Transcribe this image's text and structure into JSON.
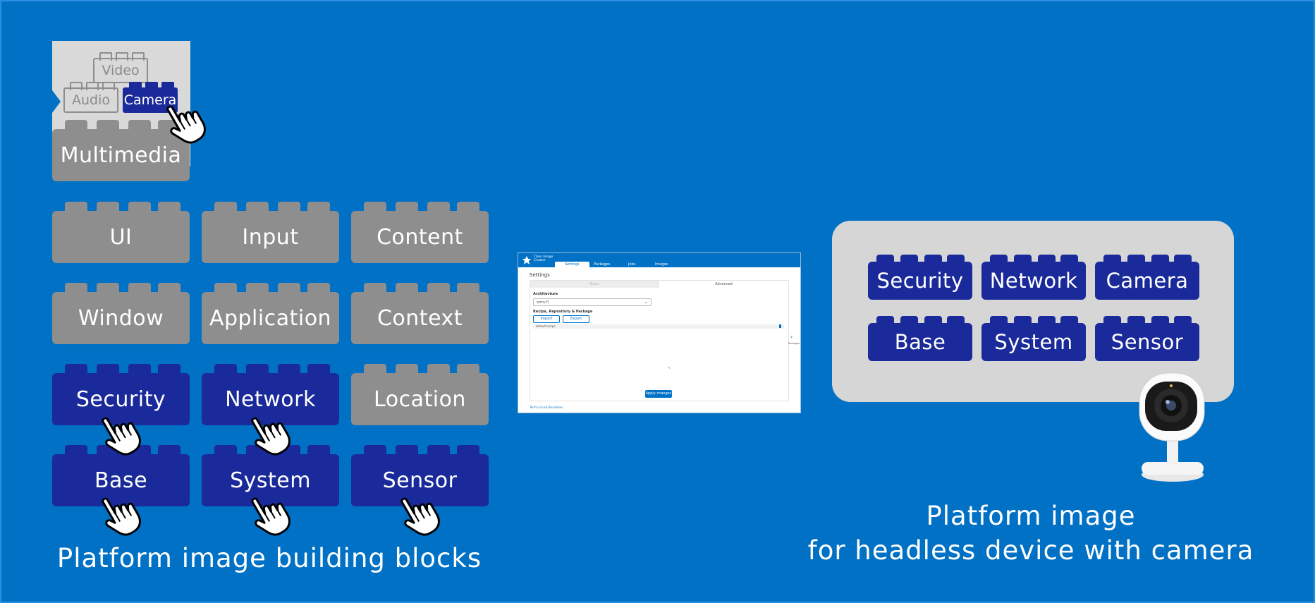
{
  "colors": {
    "background": "#0071c5",
    "brick_gray": "#8e8e8e",
    "brick_blue": "#1b2a9a",
    "panel": "#d6d6d6"
  },
  "left": {
    "multimedia_card": {
      "video": "Video",
      "audio": "Audio",
      "camera": "Camera",
      "multimedia": "Multimedia"
    },
    "grid": [
      [
        "UI",
        "Input",
        "Content"
      ],
      [
        "Window",
        "Application",
        "Context"
      ],
      [
        "Security",
        "Network",
        "Location"
      ],
      [
        "Base",
        "System",
        "Sensor"
      ]
    ],
    "selected": [
      "Camera",
      "Security",
      "Network",
      "Base",
      "System",
      "Sensor"
    ],
    "caption": "Platform image building blocks"
  },
  "screenshot": {
    "brand": "Tizen Image Creator",
    "tabs": [
      "Settings",
      "Packages",
      "Jobs",
      "Images"
    ],
    "active_tab": "Settings",
    "page_title": "Settings",
    "subtabs": [
      "Basic",
      "Advanced"
    ],
    "architecture_label": "Architecture",
    "architecture_value": "armv7l",
    "recipe_label": "Recipe, Repository & Package",
    "import_button": "Import",
    "export_button": "Export",
    "recipe_item": "default recipe",
    "apply_button": "Apply changes",
    "footer_links": [
      "Terms of use",
      "Disclaimer"
    ],
    "side_label": "Packages"
  },
  "right": {
    "grid": [
      [
        "Security",
        "Network",
        "Camera"
      ],
      [
        "Base",
        "System",
        "Sensor"
      ]
    ],
    "caption_line1": "Platform image",
    "caption_line2": "for headless device with camera"
  }
}
